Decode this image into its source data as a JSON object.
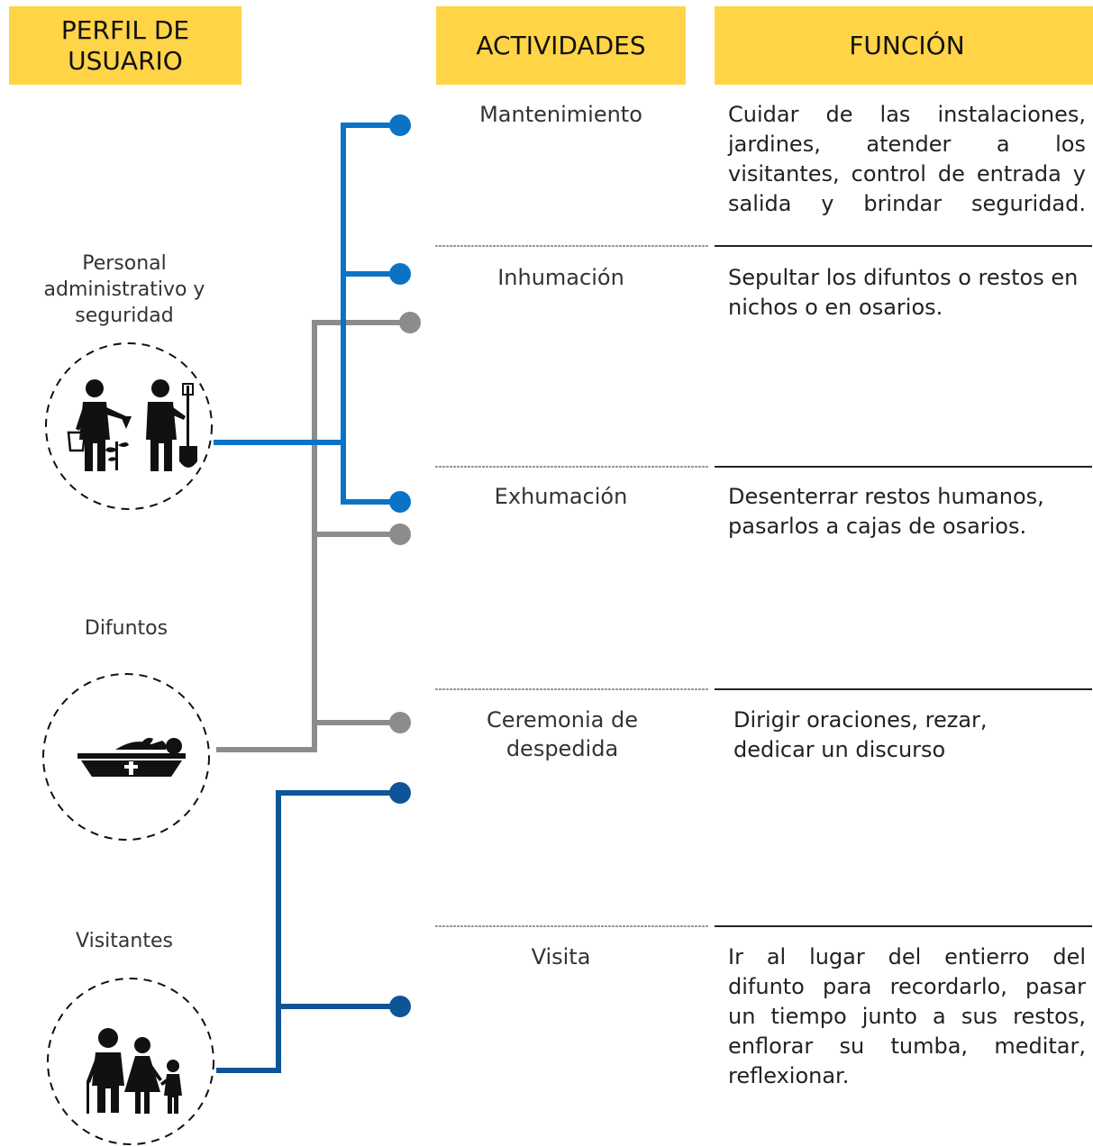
{
  "headers": {
    "perfil": "PERFIL DE USUARIO",
    "actividades": "ACTIVIDADES",
    "funcion": "FUNCIÓN"
  },
  "profiles": [
    {
      "label": "Personal administrativo y seguridad",
      "icon": "gardeners-icon"
    },
    {
      "label": "Difuntos",
      "icon": "coffin-icon"
    },
    {
      "label": "Visitantes",
      "icon": "family-icon"
    }
  ],
  "activities": [
    {
      "label": "Mantenimiento",
      "function": "Cuidar de las instalaciones, jardines, atender a los visitantes, control de entrada y salida y brindar seguridad."
    },
    {
      "label": "Inhumación",
      "function": "Sepultar los difuntos o restos en nichos o en osarios."
    },
    {
      "label": "Exhumación",
      "function": "Desenterrar restos humanos, pasarlos a cajas de osarios."
    },
    {
      "label": "Ceremonia de despedida",
      "function": "Dirigir oraciones, rezar, dedicar un discurso"
    },
    {
      "label": "Visita",
      "function": "Ir al lugar del entierro del difunto para recordarlo, pasar un tiempo junto a sus restos, enflorar su tumba, meditar, reflexionar."
    }
  ],
  "colors": {
    "header": "#ffd447",
    "staff_line": "#0a73c6",
    "deceased_line": "#8c8c8c",
    "visitor_line": "#0e5597"
  }
}
